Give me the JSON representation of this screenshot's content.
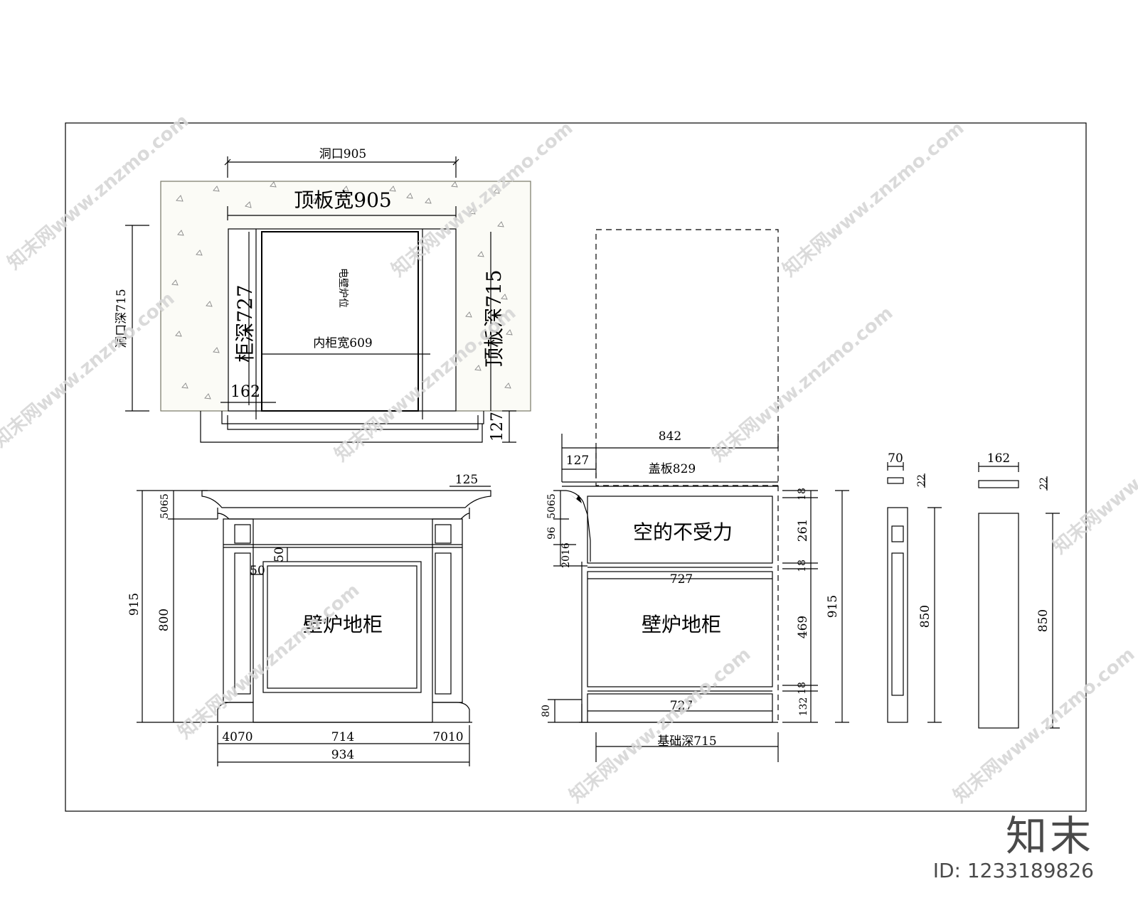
{
  "labels": {
    "opening_width": "洞口905",
    "top_board_width": "顶板宽905",
    "opening_depth": "洞口深715",
    "cabinet_depth": "柜深727",
    "top_board_depth": "顶板深715",
    "inner_width": "内柜宽609",
    "electric_fireplace": "电壁炉位",
    "cover_board": "盖板829",
    "base_depth": "基础深715",
    "hollow_note": "空的不受力",
    "cabinet_name_front": "壁炉地柜",
    "cabinet_name_side": "壁炉地柜"
  },
  "dims": {
    "plan_162": "162",
    "plan_127": "127",
    "front_125": "125",
    "front_5065": "5065",
    "front_915": "915",
    "front_800": "800",
    "front_50a": "50",
    "front_50b": "50",
    "front_4070": "4070",
    "front_714": "714",
    "front_7010": "7010",
    "front_934": "934",
    "side_842": "842",
    "side_127": "127",
    "side_5065": "5065",
    "side_96": "96",
    "side_2016": "2016",
    "side_80": "80",
    "side_727a": "727",
    "side_727b": "727",
    "side_18a": "18",
    "side_261": "261",
    "side_18b": "18",
    "side_469": "469",
    "side_18c": "18",
    "side_132": "132",
    "side_915": "915",
    "post_70": "70",
    "post_22a": "22",
    "post_850a": "850",
    "board_162": "162",
    "board_22b": "22",
    "board_850b": "850"
  },
  "watermark": "知末网www.znzmo.com",
  "brand": {
    "name": "知末",
    "id": "ID: 1233189826"
  }
}
